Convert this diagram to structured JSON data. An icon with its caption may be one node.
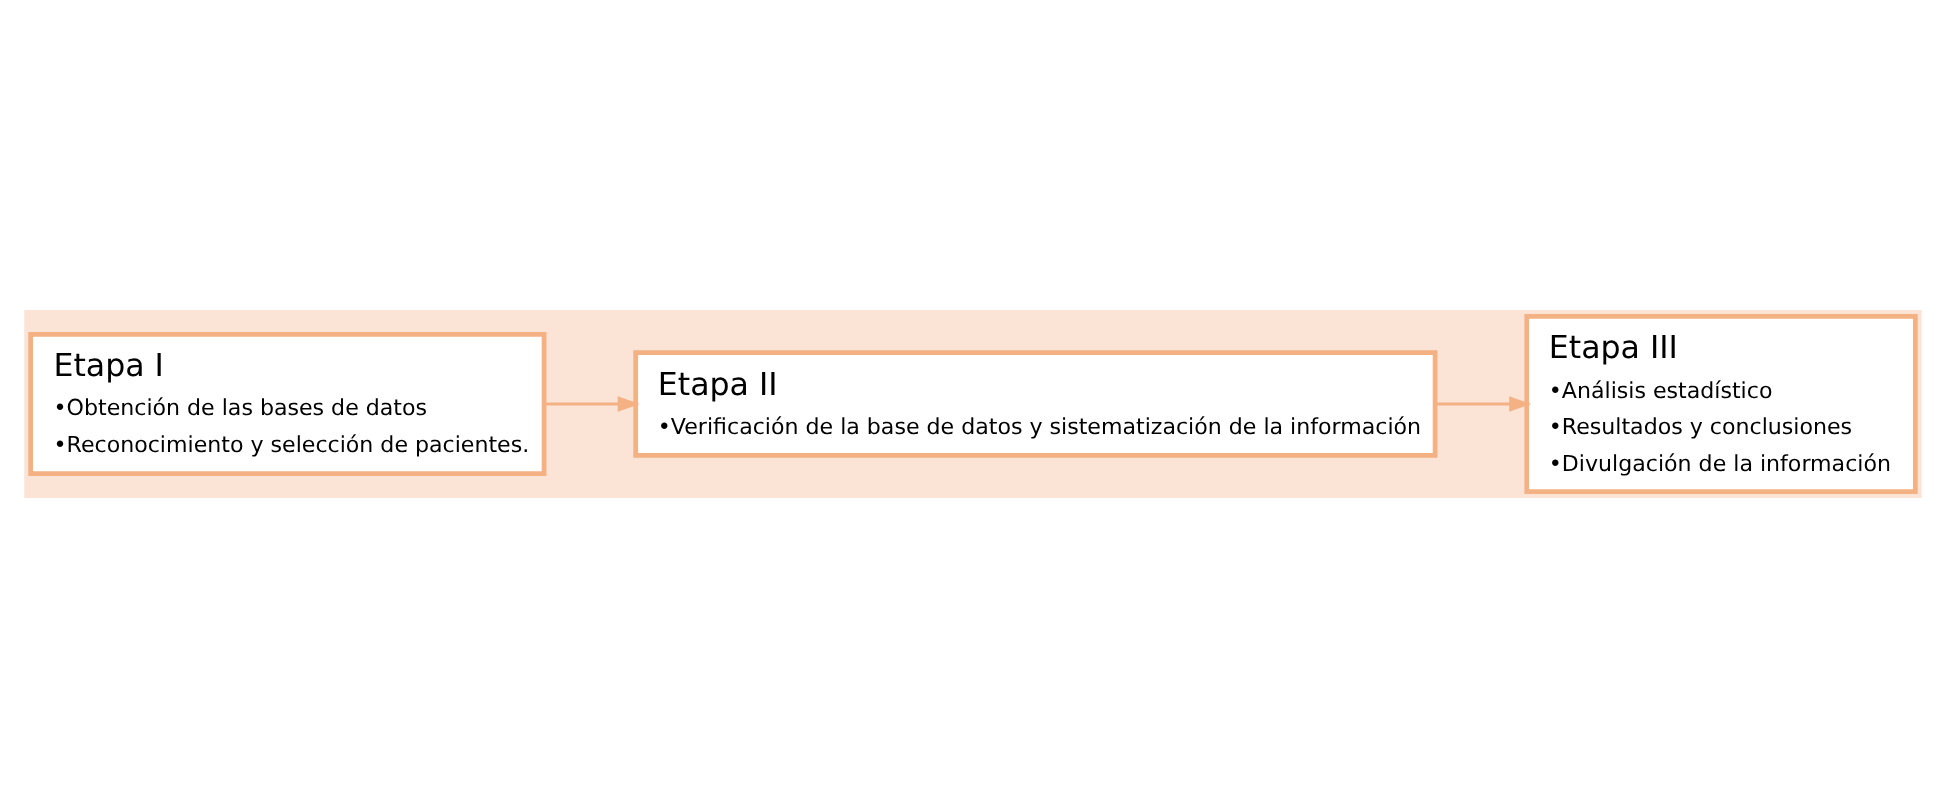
{
  "diagram": {
    "nodes": [
      {
        "text": [
          "Etapa I",
          "•Obtención de las bases de datos",
          "•Reconocimiento y selección de pacientes."
        ]
      },
      {
        "text": [
          "Etapa II",
          "•Verificación de la base de datos y sistematización de la información"
        ]
      },
      {
        "text": [
          "Etapa III",
          "•Análisis estadístico",
          "•Resultados y conclusiones",
          "•Divulgación de la información"
        ]
      }
    ],
    "edges": [
      {
        "from": 0,
        "to": 1,
        "arrow": "to"
      },
      {
        "from": 1,
        "to": 2,
        "arrow": "to"
      }
    ]
  }
}
